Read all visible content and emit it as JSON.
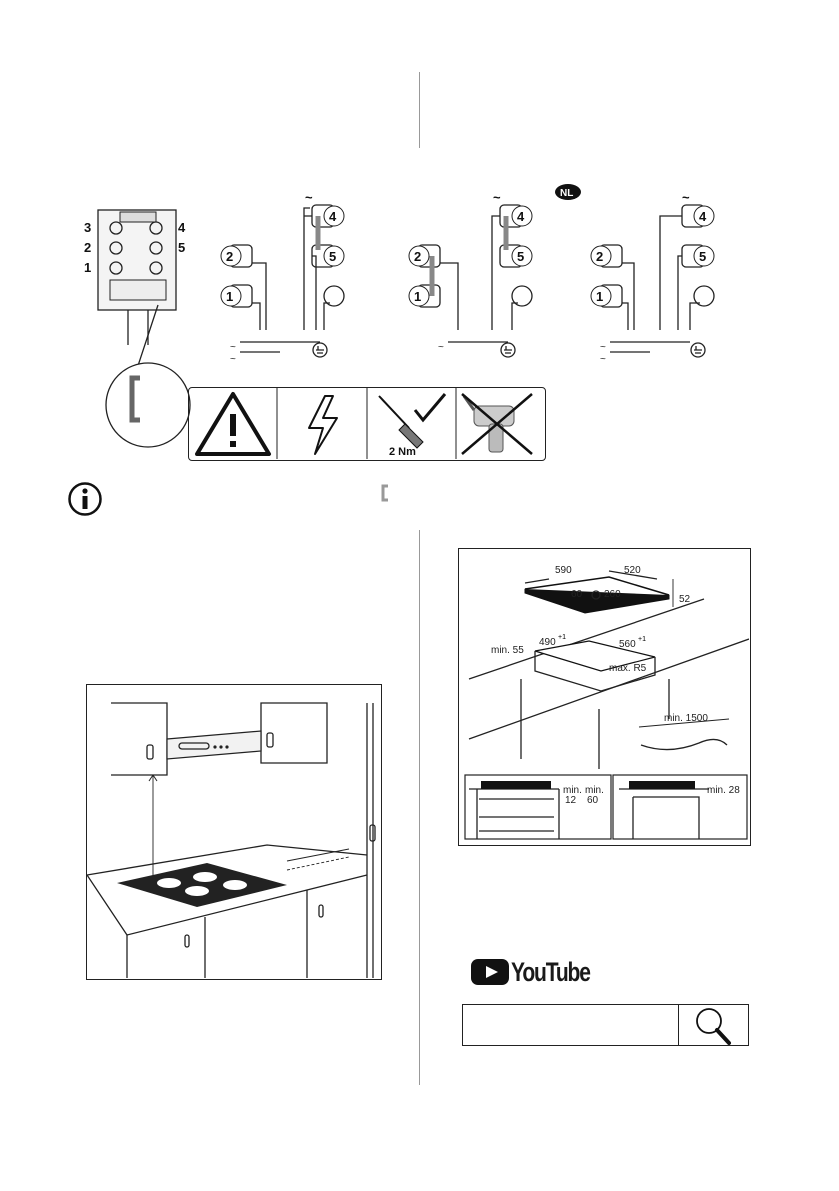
{
  "terminal_block": {
    "labels_left": [
      "3",
      "2",
      "1"
    ],
    "labels_right": [
      "4",
      "5"
    ]
  },
  "wiring": {
    "terminal_numbers": [
      "1",
      "2",
      "4",
      "5"
    ],
    "tilde": "~",
    "country_badge": "NL"
  },
  "safety_icons": {
    "torque_label": "2 Nm",
    "icons": [
      "warning-triangle-icon",
      "lightning-icon",
      "screwdriver-check-icon",
      "drill-crossed-icon"
    ]
  },
  "info": {
    "icon": "info-icon"
  },
  "cutout": {
    "width_label": "590",
    "depth_label": "520",
    "thickness_label": "52",
    "offset_60": "60",
    "offset_260": "260",
    "cut_width": "490",
    "cut_depth": "560",
    "tolerance": "+1",
    "min_55": "min. 55",
    "max_r5": "max. R5",
    "min_1500": "min. 1500",
    "min_12_a": "min.",
    "min_12_b": "12",
    "min_60_a": "min.",
    "min_60_b": "60",
    "min_28": "min. 28"
  },
  "youtube": {
    "label": "YouTube"
  },
  "search": {
    "icon": "magnifier-icon"
  }
}
